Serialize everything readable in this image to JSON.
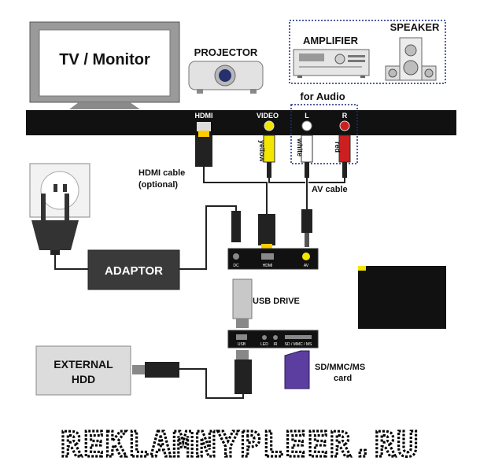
{
  "labels": {
    "tv": "TV / Monitor",
    "projector": "PROJECTOR",
    "amplifier": "AMPLIFIER",
    "speaker": "SPEAKER",
    "for_audio": "for Audio",
    "hdmi_port": "HDMI",
    "video_port": "VIDEO",
    "l_port": "L",
    "r_port": "R",
    "yellow": "yellow",
    "white": "white",
    "red": "red",
    "hdmi_cable_1": "HDMI cable",
    "hdmi_cable_2": "(optional)",
    "av_cable": "AV cable",
    "adaptor": "ADAPTOR",
    "usb_drive": "USB DRIVE",
    "external_1": "EXTERNAL",
    "external_2": "HDD",
    "card_1": "SD/MMC/MS",
    "card_2": "card",
    "player_dc": "DC",
    "player_hdmi": "HDMI",
    "player_av": "AV",
    "player_usb": "USB",
    "player_led": "LED",
    "player_ir": "IR",
    "player_sd": "SD / MMC / MS",
    "watermark": "REKLAMNYPLEER.RU"
  },
  "colors": {
    "black": "#111111",
    "yellow": "#f2e600",
    "red": "#cc1f1f",
    "white": "#ffffff",
    "gray": "#cfcfcf",
    "dark_gray": "#555555",
    "navy": "#1b2a80",
    "card": "#5c3ea0"
  }
}
